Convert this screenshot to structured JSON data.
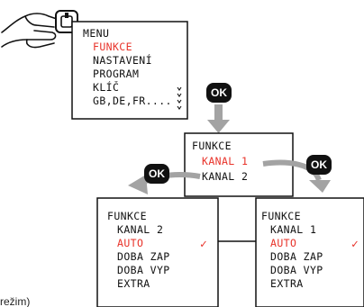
{
  "menu_screen": {
    "title": "MENU",
    "items": [
      "FUNKCE",
      "NASTAVENÍ",
      "PROGRAM",
      "KLÍČ",
      "GB,DE,FR...."
    ],
    "selected_index": 0
  },
  "ok_button_label": "OK",
  "funkce_screen": {
    "title": "FUNKCE",
    "items": [
      "KANAL 1",
      "KANAL 2"
    ],
    "selected_index": 0
  },
  "channel_screen_left": {
    "title": "FUNKCE",
    "channel": "KANAL 2",
    "items": [
      "AUTO",
      "DOBA ZAP",
      "DOBA VYP",
      "EXTRA"
    ],
    "selected_index": 0,
    "check_mark": "✓"
  },
  "channel_screen_right": {
    "title": "FUNKCE",
    "channel": "KANAL 1",
    "items": [
      "AUTO",
      "DOBA ZAP",
      "DOBA VYP",
      "EXTRA"
    ],
    "selected_index": 0,
    "check_mark": "✓"
  },
  "footer_text": "režim)",
  "colors": {
    "highlight": "#e8332a",
    "arrow": "#9a9a9a",
    "ok_badge": "#111111"
  }
}
